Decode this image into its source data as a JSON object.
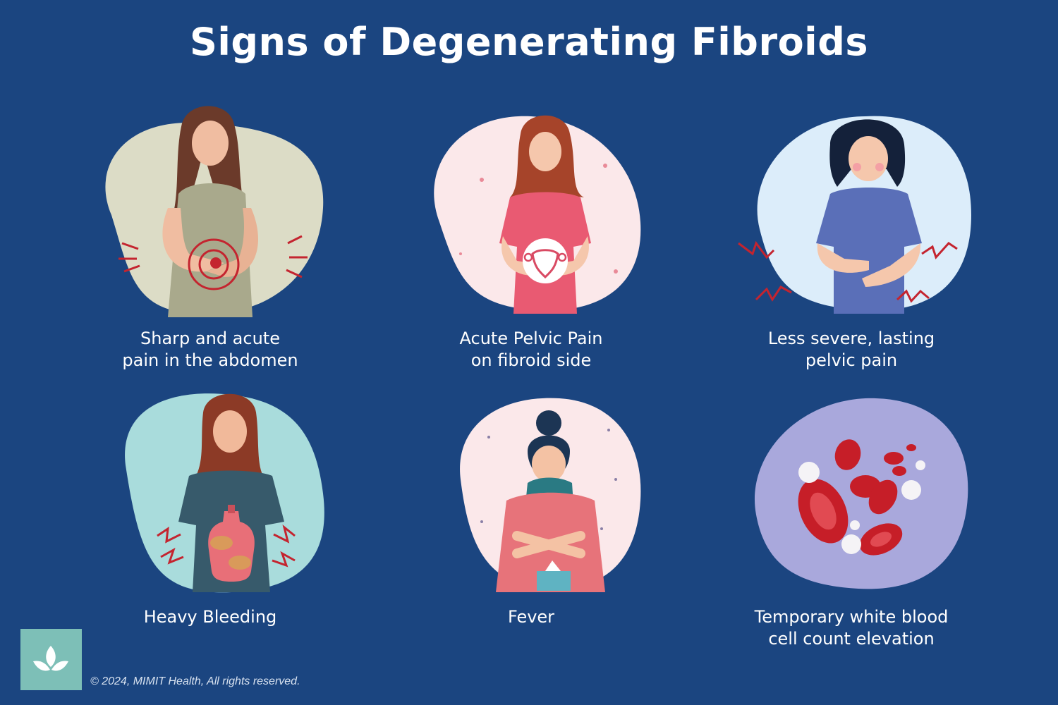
{
  "title": "Signs of Degenerating Fibroids",
  "cards": [
    {
      "line1": "Sharp and acute",
      "line2": "pain in the abdomen",
      "illustration": "woman-abdominal-pain-icon"
    },
    {
      "line1": "Acute Pelvic Pain",
      "line2": "on fibroid side",
      "illustration": "woman-uterus-icon"
    },
    {
      "line1": "Less severe, lasting",
      "line2": "pelvic pain",
      "illustration": "woman-pelvic-pain-icon"
    },
    {
      "line1": "Heavy Bleeding",
      "line2": "",
      "illustration": "woman-hot-water-bottle-icon"
    },
    {
      "line1": "Fever",
      "line2": "",
      "illustration": "woman-fever-blanket-icon"
    },
    {
      "line1": "Temporary white blood",
      "line2": "cell count elevation",
      "illustration": "blood-cells-icon"
    }
  ],
  "footer": {
    "copyright": "© 2024, MIMIT Health, All rights reserved.",
    "logo_icon": "leaf-logo-icon"
  },
  "colors": {
    "background": "#1b4580",
    "logo": "#7dbfb7"
  }
}
